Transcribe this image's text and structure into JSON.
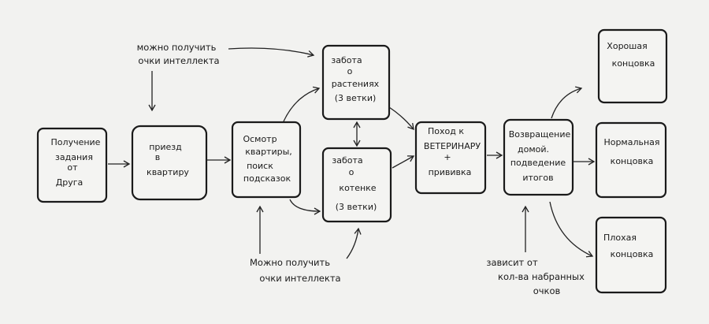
{
  "nodes": {
    "task": [
      "Получение",
      "задания",
      "от",
      "Друга"
    ],
    "arrival": [
      "приезд",
      "в",
      "квартиру"
    ],
    "inspect": [
      "Осмотр",
      "квартиры,",
      "поиск",
      "подсказок"
    ],
    "plants": [
      "забота",
      "о",
      "растениях",
      "(3 ветки)"
    ],
    "kitten": [
      "забота",
      "о",
      "котенке",
      "(3 ветки)"
    ],
    "vet": [
      "Поход к",
      "ВЕТЕРИНАРУ",
      "+",
      "прививка"
    ],
    "return": [
      "Возвращение",
      "домой.",
      "подведение",
      "итогов"
    ],
    "good": [
      "Хорошая",
      "концовка"
    ],
    "normal": [
      "Нормальная",
      "концовка"
    ],
    "bad": [
      "Плохая",
      "концовка"
    ]
  },
  "notes": {
    "top": [
      "можно получить",
      "очки интеллекта"
    ],
    "bottom": [
      "Можно получить",
      "очки интеллекта"
    ],
    "result": [
      "зависит от",
      "кол-ва набранных",
      "очков"
    ]
  }
}
